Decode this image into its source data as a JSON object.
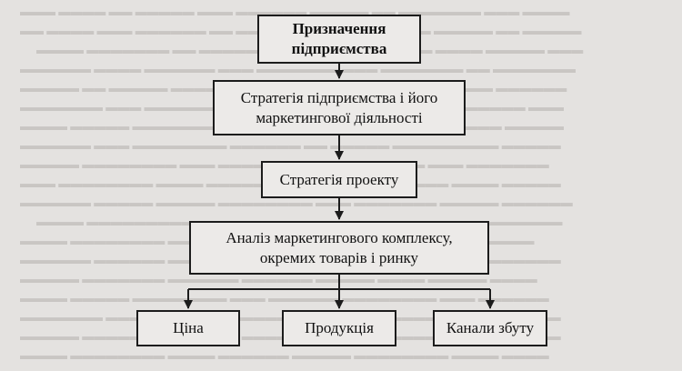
{
  "nodes": {
    "purpose": "Призначення\nпідприємства",
    "strategy": "Стратегія підприємства і його\nмаркетингової діяльності",
    "project": "Стратегія проекту",
    "analysis": "Аналіз маркетингового комплексу,\nокремих товарів і ринку",
    "price": "Ціна",
    "product": "Продукція",
    "channels": "Канали збуту"
  },
  "colors": {
    "line": "#1c1c1c",
    "box_fill": "#eceae8",
    "paper": "#e4e2e0"
  }
}
